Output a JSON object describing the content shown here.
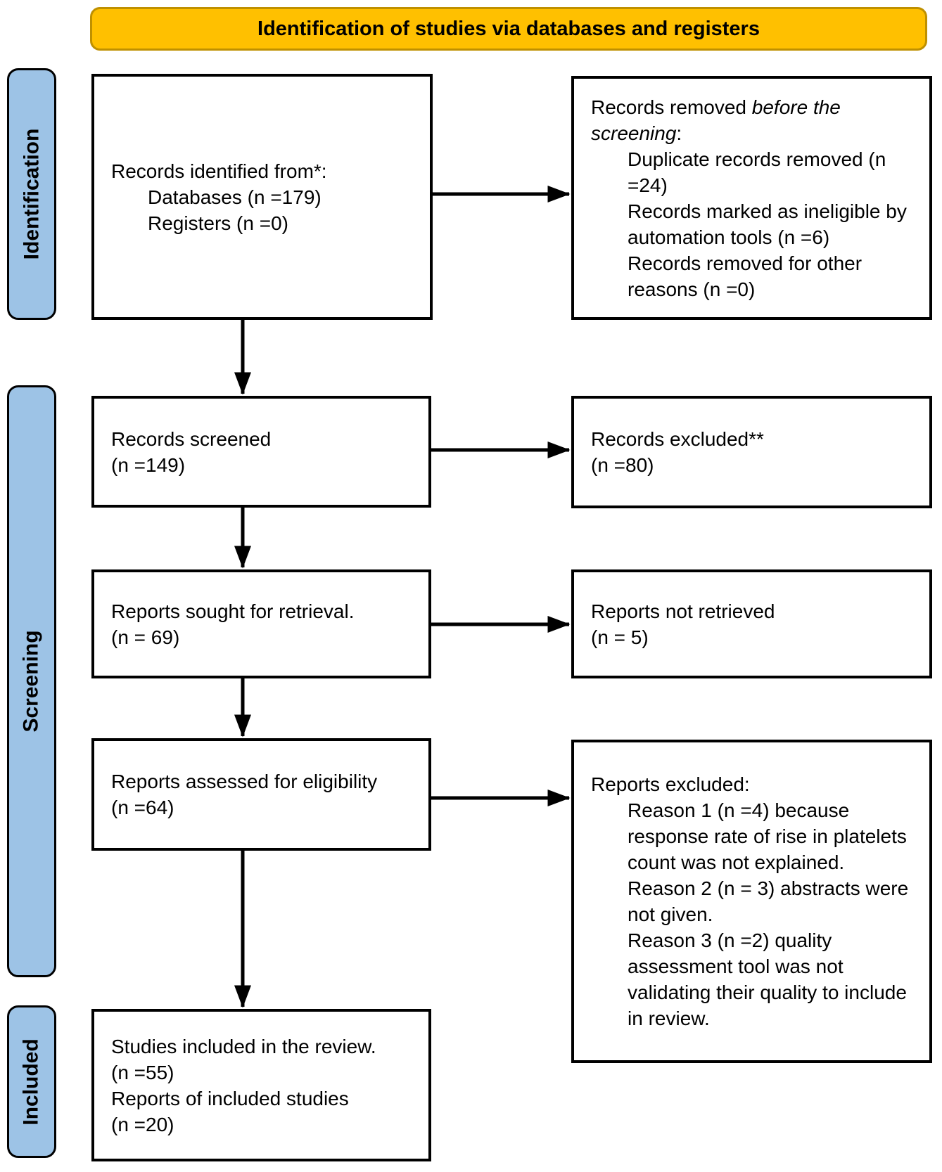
{
  "banner": {
    "title": "Identification of studies via databases and registers"
  },
  "stages": {
    "identification": "Identification",
    "screening": "Screening",
    "included": "Included"
  },
  "boxes": {
    "records_identified": {
      "line1": "Records identified from*:",
      "line2": "Databases (n =179)",
      "line3": "Registers (n =0)"
    },
    "records_removed": {
      "intro_pre": "Records removed ",
      "intro_italic": "before the screening",
      "intro_post": ":",
      "item1": "Duplicate records removed (n =24)",
      "item2": "Records marked as ineligible by automation tools (n =6)",
      "item3": "Records removed for other reasons (n =0)"
    },
    "records_screened": {
      "line1": "Records screened",
      "line2": "(n =149)"
    },
    "records_excluded": {
      "line1": "Records excluded**",
      "line2": "(n =80)"
    },
    "reports_sought": {
      "line1": "Reports sought for retrieval.",
      "line2": "(n = 69)"
    },
    "reports_not_retrieved": {
      "line1": "Reports not retrieved",
      "line2": "(n = 5)"
    },
    "reports_assessed": {
      "line1": "Reports assessed for eligibility",
      "line2": "(n =64)"
    },
    "reports_excluded": {
      "intro": "Reports excluded:",
      "item1": "Reason 1 (n =4) because response rate of rise in platelets count was not explained.",
      "item2": "Reason 2 (n = 3) abstracts were not given.",
      "item3": "Reason 3 (n =2) quality assessment tool was not validating their quality to include in review."
    },
    "studies_included": {
      "line1": "Studies included in the review.",
      "line2": "(n =55)",
      "line3": "Reports of included studies",
      "line4": "(n =20)"
    }
  },
  "colors": {
    "banner_fill": "#FFC000",
    "banner_border": "#BF9000",
    "stage_fill": "#9DC3E6",
    "box_border": "#000000",
    "arrow": "#000000"
  }
}
